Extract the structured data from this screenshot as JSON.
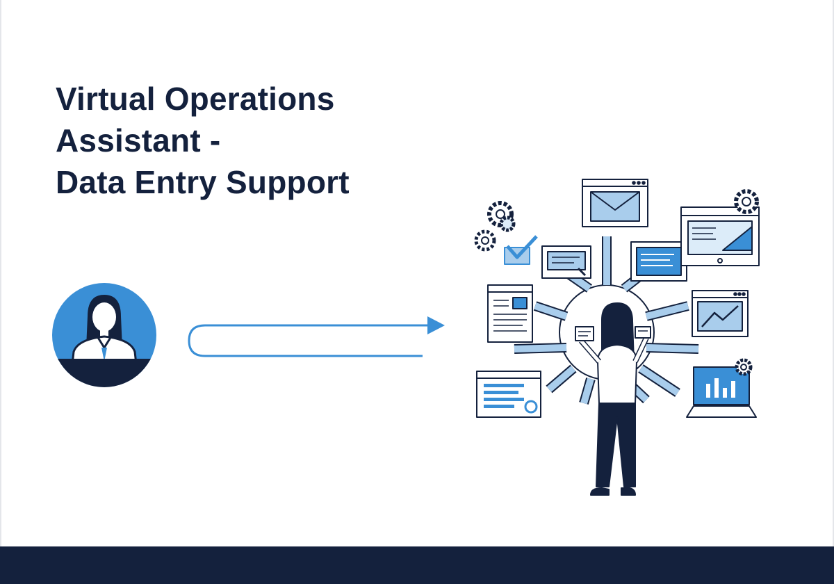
{
  "hero": {
    "title_lines": [
      "Virtual Operations",
      "Assistant -",
      "Data Entry Support"
    ]
  },
  "icons": {
    "avatar": "assistant-avatar-icon",
    "arrow": "flow-arrow-icon",
    "illustration": "multitasking-operator-illustration",
    "gear": "gear-icon",
    "check": "checkmark-icon",
    "email": "email-window-icon",
    "document": "document-icon",
    "chart": "line-chart-window-icon",
    "laptop": "bar-chart-laptop-icon",
    "form": "form-window-icon",
    "monitor": "monitor-icon"
  },
  "colors": {
    "navy": "#14213d",
    "accent_blue": "#3a8fd6",
    "light_blue": "#a9cdec",
    "pale_blue": "#dcecf9"
  }
}
